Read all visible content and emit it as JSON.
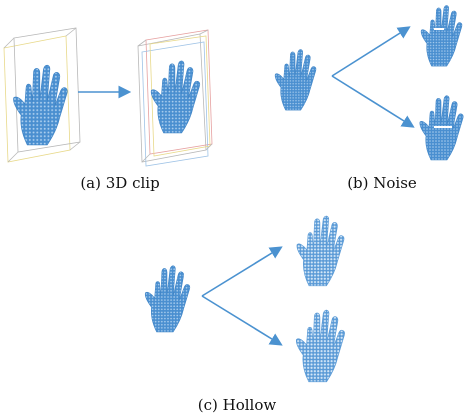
{
  "captions": {
    "a": "(a) 3D clip",
    "b": "(b) Noise",
    "c": "(c) Hollow"
  },
  "colors": {
    "point_cloud": "#4a8fd0",
    "point_cloud_light": "#7fb2e2",
    "arrow": "#4b92d0",
    "box_gray": "#b8b8b8",
    "box_yellow": "#e8d98a",
    "box_red": "#e6a0a0",
    "box_blue": "#9fc3e6",
    "noise_stripe": "#ffffff"
  },
  "icons": {
    "hand": "hand-point-cloud-icon",
    "arrow": "arrow-right-icon"
  }
}
